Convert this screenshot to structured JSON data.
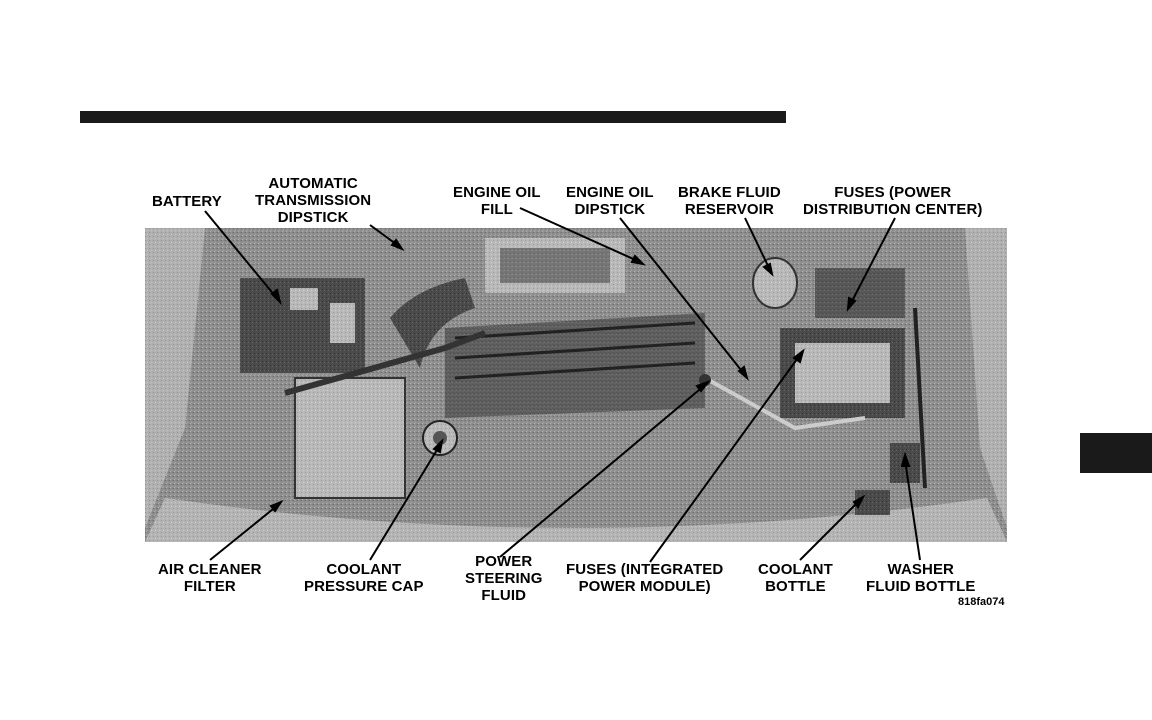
{
  "labels": {
    "battery": "BATTERY",
    "auto_trans_dipstick": "AUTOMATIC\nTRANSMISSION\nDIPSTICK",
    "engine_oil_fill": "ENGINE OIL\nFILL",
    "engine_oil_dipstick": "ENGINE OIL\nDIPSTICK",
    "brake_fluid_reservoir": "BRAKE FLUID\nRESERVOIR",
    "fuses_pdc": "FUSES (POWER\nDISTRIBUTION CENTER)",
    "air_cleaner_filter": "AIR CLEANER\nFILTER",
    "coolant_pressure_cap": "COOLANT\nPRESSURE CAP",
    "power_steering_fluid": "POWER\nSTEERING\nFLUID",
    "fuses_ipm": "FUSES (INTEGRATED\nPOWER MODULE)",
    "coolant_bottle": "COOLANT\nBOTTLE",
    "washer_fluid_bottle": "WASHER\nFLUID BOTTLE"
  },
  "figure_code": "818fa074",
  "colors": {
    "bar": "#1a1a1a",
    "photo_bg": "#8c8c8c"
  }
}
